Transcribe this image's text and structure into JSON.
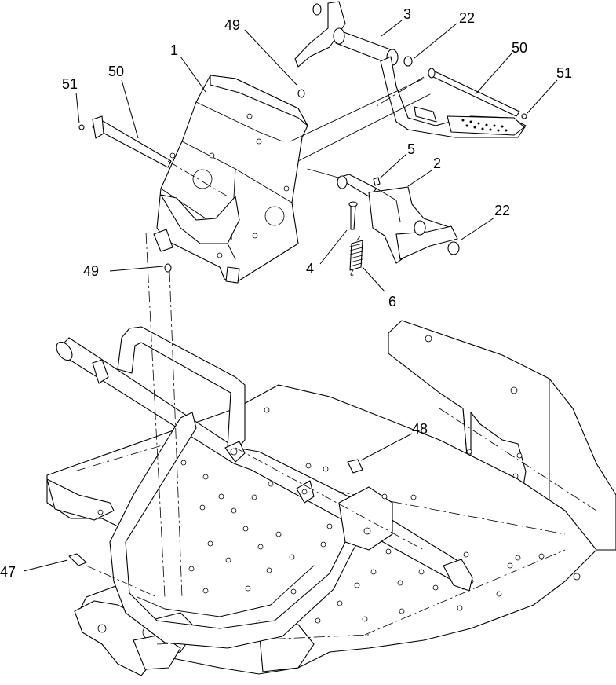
{
  "callouts": {
    "c1": "1",
    "c2": "2",
    "c3": "3",
    "c4": "4",
    "c5": "5",
    "c6": "6",
    "c22a": "22",
    "c22b": "22",
    "c47": "47",
    "c48": "48",
    "c49a": "49",
    "c49b": "49",
    "c50a": "50",
    "c50b": "50",
    "c51a": "51",
    "c51b": "51"
  },
  "colors": {
    "line": "#000000",
    "paper": "#ffffff"
  }
}
